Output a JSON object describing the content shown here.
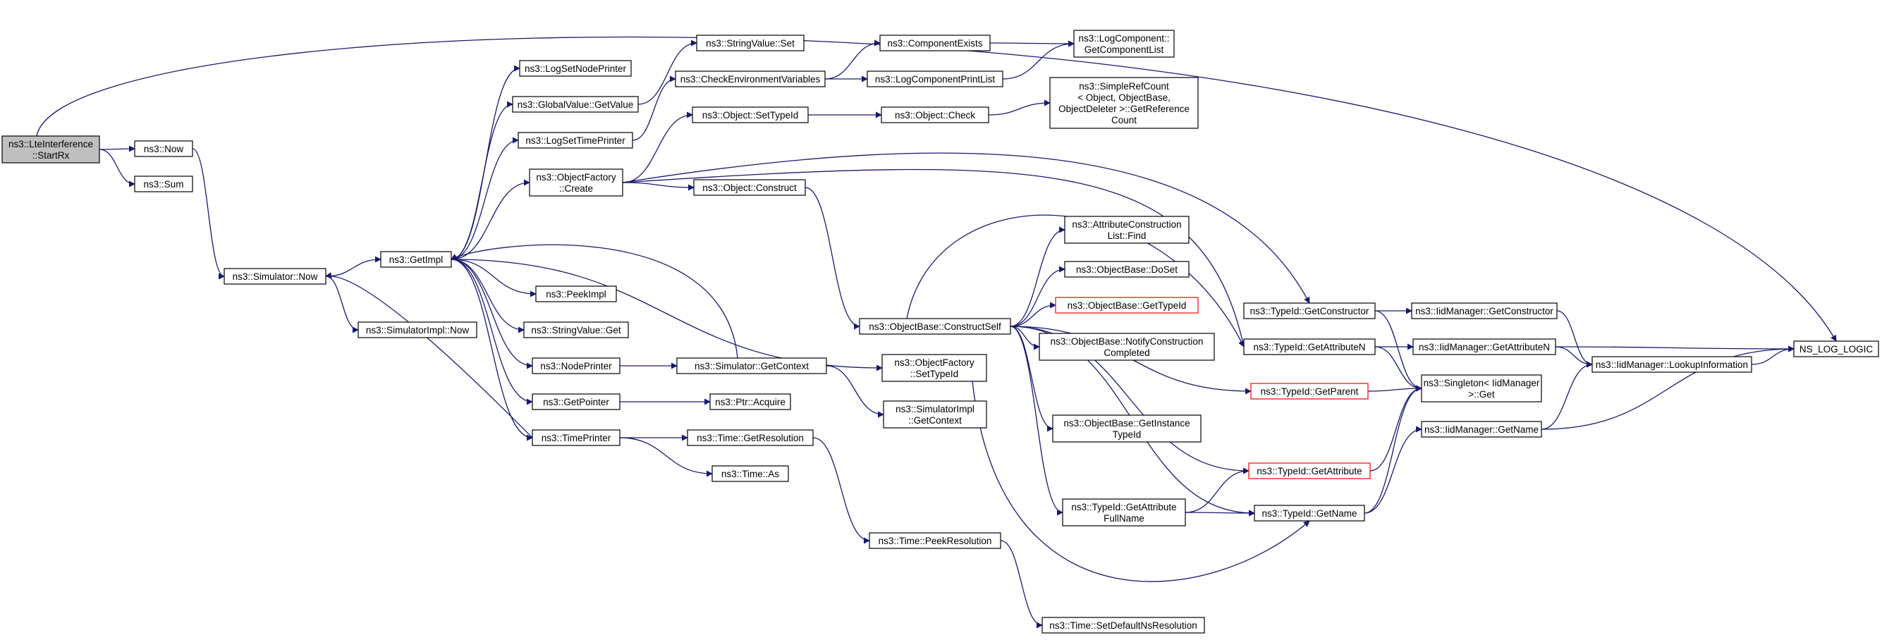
{
  "nodes": {
    "n_start": [
      "ns3::LteInterference",
      "::StartRx"
    ],
    "n_now": [
      "ns3::Now"
    ],
    "n_sum": [
      "ns3::Sum"
    ],
    "n_simnow": [
      "ns3::Simulator::Now"
    ],
    "n_getimpl": [
      "ns3::GetImpl"
    ],
    "n_simimplnow": [
      "ns3::SimulatorImpl::Now"
    ],
    "n_lognode": [
      "ns3::LogSetNodePrinter"
    ],
    "n_gvget": [
      "ns3::GlobalValue::GetValue"
    ],
    "n_logtime": [
      "ns3::LogSetTimePrinter"
    ],
    "n_ofcreate": [
      "ns3::ObjectFactory",
      "::Create"
    ],
    "n_peekimpl": [
      "ns3::PeekImpl"
    ],
    "n_svget": [
      "ns3::StringValue::Get"
    ],
    "n_nodeprinter": [
      "ns3::NodePrinter"
    ],
    "n_getpointer": [
      "ns3::GetPointer"
    ],
    "n_timeprinter": [
      "ns3::TimePrinter"
    ],
    "n_svset": [
      "ns3::StringValue::Set"
    ],
    "n_checkenv": [
      "ns3::CheckEnvironmentVariables"
    ],
    "n_setTypeId": [
      "ns3::Object::SetTypeId"
    ],
    "n_construct": [
      "ns3::Object::Construct"
    ],
    "n_simgetctx": [
      "ns3::Simulator::GetContext"
    ],
    "n_ptracq": [
      "ns3::Ptr::Acquire"
    ],
    "n_getres": [
      "ns3::Time::GetResolution"
    ],
    "n_timeas": [
      "ns3::Time::As"
    ],
    "n_compexists": [
      "ns3::ComponentExists"
    ],
    "n_logprint": [
      "ns3::LogComponentPrintList"
    ],
    "n_objcheck": [
      "ns3::Object::Check"
    ],
    "n_cself": [
      "ns3::ObjectBase::ConstructSelf"
    ],
    "n_ofsettid": [
      "ns3::ObjectFactory",
      "::SetTypeId"
    ],
    "n_simimplctx": [
      "ns3::SimulatorImpl",
      "::GetContext"
    ],
    "n_peekres": [
      "ns3::Time::PeekResolution"
    ],
    "n_setdefres": [
      "ns3::Time::SetDefaultNsResolution"
    ],
    "n_getcomplist": [
      "ns3::LogComponent::",
      "GetComponentList"
    ],
    "n_simpleref": [
      "ns3::SimpleRefCount",
      "< Object, ObjectBase,",
      "ObjectDeleter >::GetReference",
      "Count"
    ],
    "n_acfind": [
      "ns3::AttributeConstruction",
      "List::Find"
    ],
    "n_doset": [
      "ns3::ObjectBase::DoSet"
    ],
    "n_obgettid": [
      "ns3::ObjectBase::GetTypeId"
    ],
    "n_notify": [
      "ns3::ObjectBase::NotifyConstruction",
      "Completed"
    ],
    "n_getinst": [
      "ns3::ObjectBase::GetInstance",
      "TypeId"
    ],
    "n_tidgetctor": [
      "ns3::TypeId::GetConstructor"
    ],
    "n_tidgetattrn": [
      "ns3::TypeId::GetAttributeN"
    ],
    "n_tidgetparent": [
      "ns3::TypeId::GetParent"
    ],
    "n_tidgetattr": [
      "ns3::TypeId::GetAttribute"
    ],
    "n_tidgetattrfull": [
      "ns3::TypeId::GetAttribute",
      "FullName"
    ],
    "n_tidgetname": [
      "ns3::TypeId::GetName"
    ],
    "n_iidgetctor": [
      "ns3::IidManager::GetConstructor"
    ],
    "n_iidgetattrn": [
      "ns3::IidManager::GetAttributeN"
    ],
    "n_singleton": [
      "ns3::Singleton< IidManager",
      ">::Get"
    ],
    "n_iidgetname": [
      "ns3::IidManager::GetName"
    ],
    "n_lookup": [
      "ns3::IidManager::LookupInformation"
    ],
    "n_nslog": [
      "NS_LOG_LOGIC"
    ]
  },
  "colors": {
    "edge": "#191970",
    "root_fill": "#bfbfbf",
    "truncated_border": "#ff0000"
  }
}
